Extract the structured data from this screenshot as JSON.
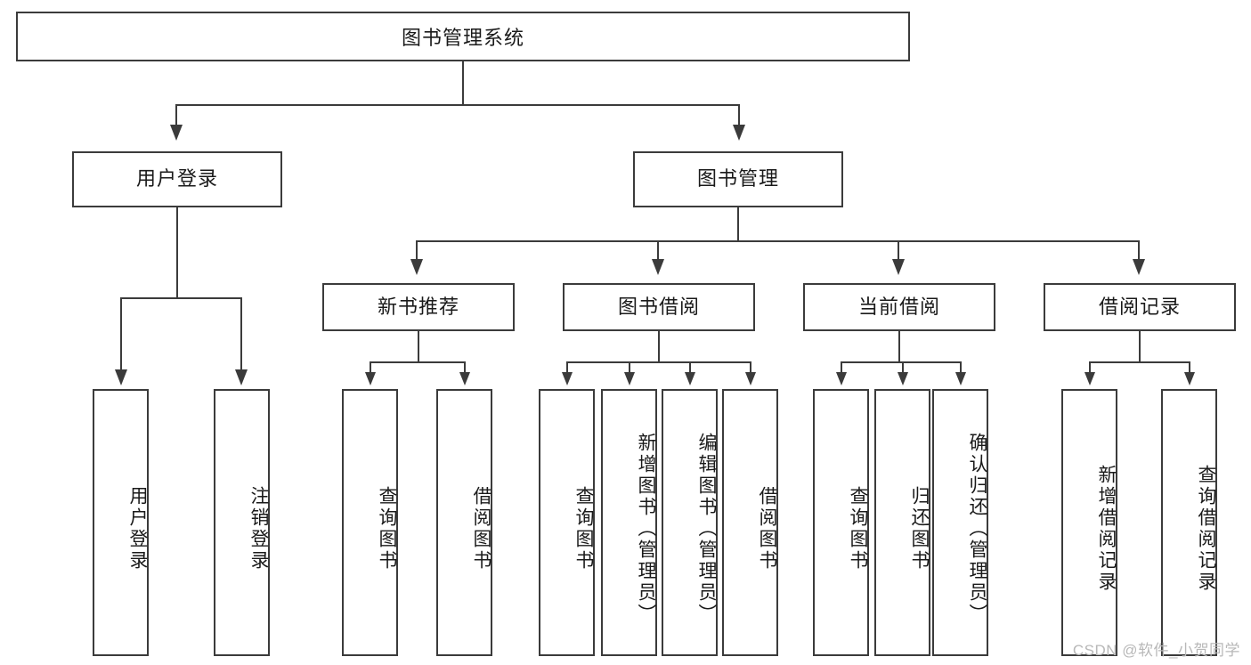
{
  "diagram": {
    "type": "tree",
    "title": "图书管理系统",
    "orientation": "top-down",
    "colors": {
      "stroke": "#3b3b3b",
      "fill": "#ffffff",
      "text": "#1a1a1a",
      "watermark": "#b8b8b8"
    },
    "root": {
      "label": "图书管理系统"
    },
    "level2": [
      {
        "label": "用户登录"
      },
      {
        "label": "图书管理"
      }
    ],
    "level3": [
      {
        "label": "新书推荐"
      },
      {
        "label": "图书借阅"
      },
      {
        "label": "当前借阅"
      },
      {
        "label": "借阅记录"
      }
    ],
    "leaves": {
      "user_login": [
        {
          "label": "用户登录"
        },
        {
          "label": "注销登录"
        }
      ],
      "new_book_recommend": [
        {
          "label": "查询图书"
        },
        {
          "label": "借阅图书"
        }
      ],
      "book_borrow": [
        {
          "label": "查询图书"
        },
        {
          "label": "新增图书（管理员）"
        },
        {
          "label": "编辑图书（管理员）"
        },
        {
          "label": "借阅图书"
        }
      ],
      "current_borrow": [
        {
          "label": "查询图书"
        },
        {
          "label": "归还图书"
        },
        {
          "label": "确认归还（管理员）"
        }
      ],
      "borrow_record": [
        {
          "label": "新增借阅记录"
        },
        {
          "label": "查询借阅记录"
        }
      ]
    }
  },
  "watermark": {
    "text": "CSDN @软件_小贺同学"
  }
}
